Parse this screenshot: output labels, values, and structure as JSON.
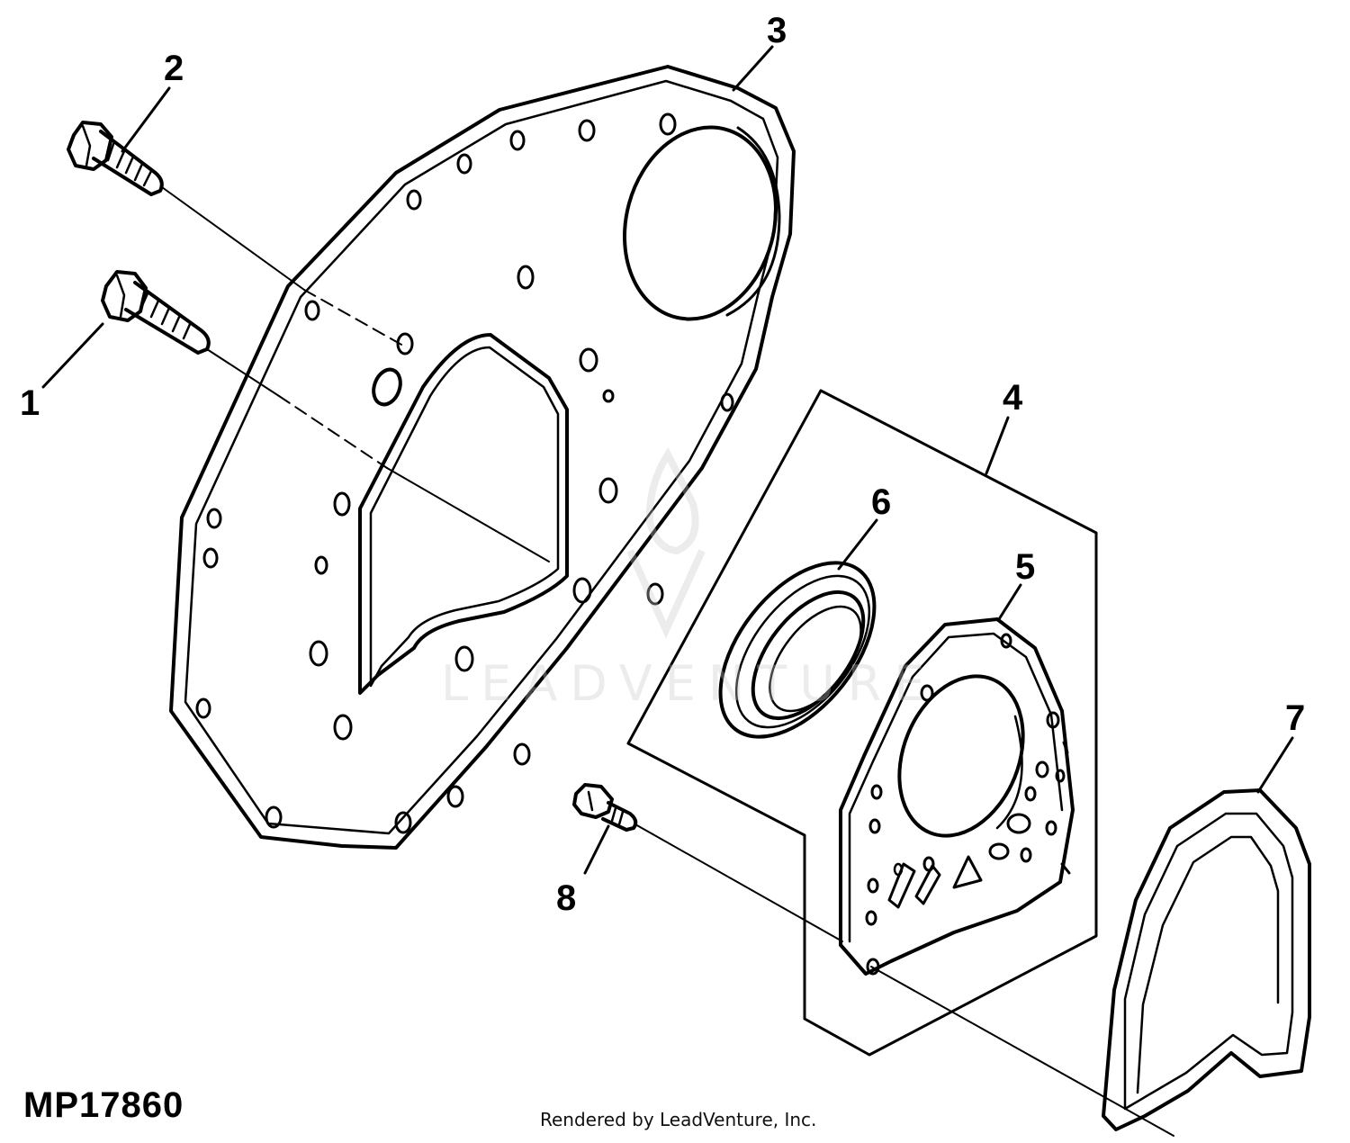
{
  "figure_code": "MP17860",
  "credit": "Rendered by LeadVenture, Inc.",
  "watermark": "LEADVENTURE",
  "callouts": [
    {
      "id": "1",
      "label": "1"
    },
    {
      "id": "2",
      "label": "2"
    },
    {
      "id": "3",
      "label": "3"
    },
    {
      "id": "4",
      "label": "4"
    },
    {
      "id": "5",
      "label": "5"
    },
    {
      "id": "6",
      "label": "6"
    },
    {
      "id": "7",
      "label": "7"
    },
    {
      "id": "8",
      "label": "8"
    }
  ]
}
